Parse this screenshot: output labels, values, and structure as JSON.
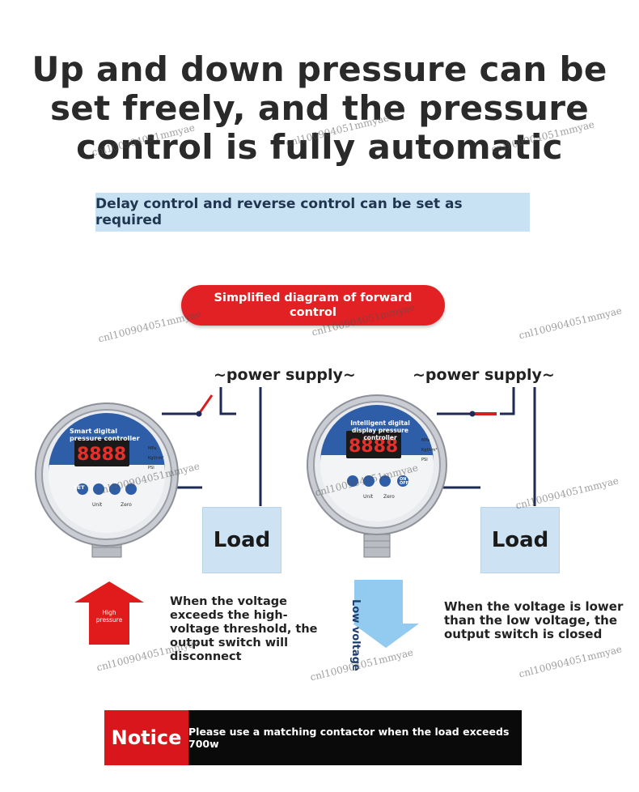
{
  "headline": "Up and down pressure can be set freely, and the pressure control is fully automatic",
  "subtitle": "Delay control and reverse control can be set as required",
  "diagram_title": "Simplified diagram of forward control",
  "power_supply_label": "~power supply~",
  "gauge_left": {
    "title": "Smart digital pressure controller",
    "units": [
      "MPa",
      "Kgf/cm²",
      "PSI"
    ],
    "button_set": "SET",
    "unit_label": "Unit",
    "zero_label": "Zero"
  },
  "gauge_right": {
    "title": "Intelligent digital display pressure controller",
    "units": [
      "MPa",
      "Kgf/cm²",
      "PSI"
    ],
    "button_onoff": "ON OFF",
    "unit_label": "Unit",
    "zero_label": "Zero"
  },
  "load_label": "Load",
  "high_pressure_label": "High pressure",
  "low_voltage_label": "Low voltage",
  "desc_high": "When the voltage exceeds the high-voltage threshold, the output switch will disconnect",
  "desc_low": "When the voltage is lower than the low voltage, the output switch is closed",
  "notice": {
    "tag": "Notice",
    "text": "Please use a matching contactor when the load exceeds 700w"
  },
  "watermark": "cnl100904051mmyae",
  "colors": {
    "accent_red": "#e22124",
    "notice_red": "#d8161b",
    "load_blue": "#cde3f3",
    "subtitle_blue": "#c9e2f3",
    "gauge_blue": "#2f5ea8",
    "arrow_blue": "#7fbde8"
  }
}
